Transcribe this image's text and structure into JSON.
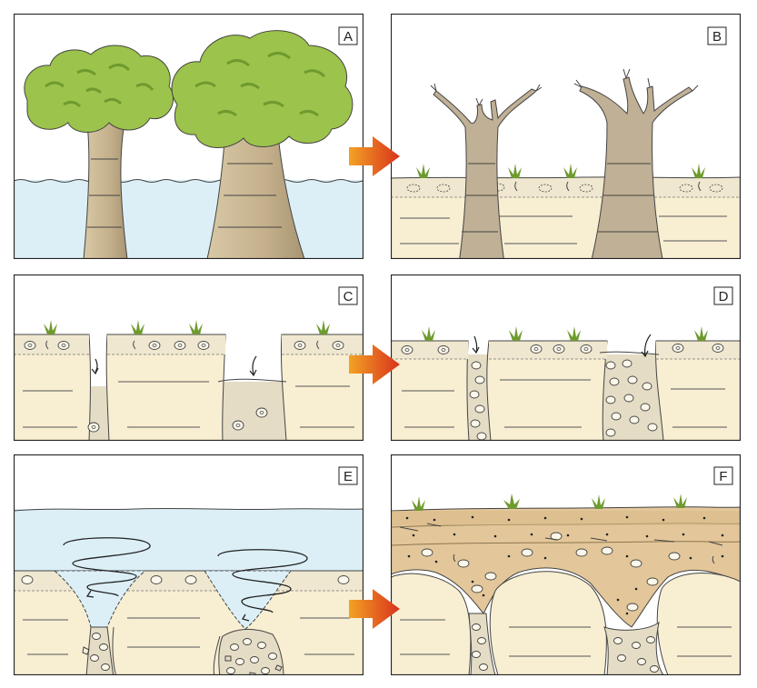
{
  "panels": [
    {
      "id": "A",
      "label": "A"
    },
    {
      "id": "B",
      "label": "B"
    },
    {
      "id": "C",
      "label": "C"
    },
    {
      "id": "D",
      "label": "D"
    },
    {
      "id": "E",
      "label": "E"
    },
    {
      "id": "F",
      "label": "F"
    }
  ],
  "colors": {
    "water": "#dceff7",
    "soil": "#f8eed2",
    "topsoil": "#efe7cf",
    "fill": "#e4dcc4",
    "sediment": "#e3c79a",
    "canopy": "#9cc34b",
    "canopy_shade": "#6e9a2e",
    "trunk": "#c9b694",
    "trunk_dead": "#b7a78a",
    "arrow": "#e0631c"
  },
  "arrows": [
    {
      "from": "A",
      "to": "B",
      "icon": "right-arrow-icon"
    },
    {
      "from": "C",
      "to": "D",
      "icon": "right-arrow-icon"
    },
    {
      "from": "E",
      "to": "F",
      "icon": "right-arrow-icon"
    }
  ]
}
